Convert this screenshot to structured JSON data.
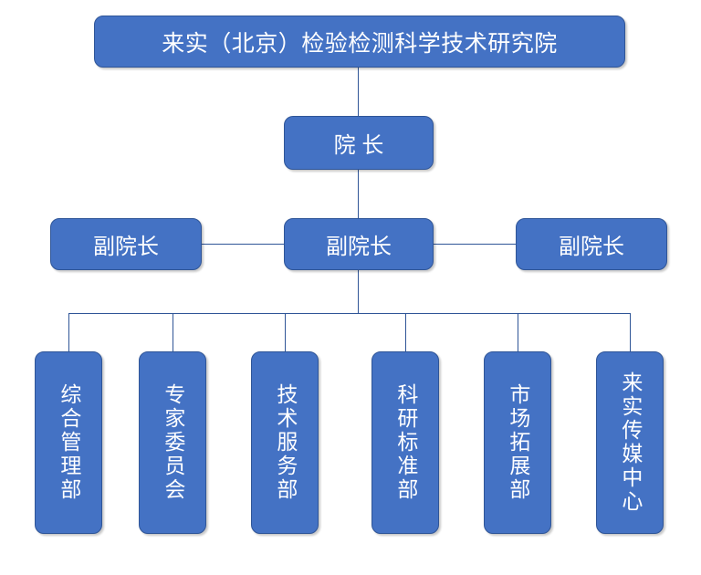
{
  "chart": {
    "title_box": {
      "label": "来实（北京）检验检测科学技术研究院"
    },
    "level2": {
      "dean_label": "院 长"
    },
    "level3": {
      "vice_left_label": "副院长",
      "vice_mid_label": "副院长",
      "vice_right_label": "副院长"
    },
    "departments": [
      {
        "label": "综合管理部"
      },
      {
        "label": "专家委员会"
      },
      {
        "label": "技术服务部"
      },
      {
        "label": "科研标准部"
      },
      {
        "label": "市场拓展部"
      },
      {
        "label": "来实传媒中心"
      }
    ],
    "colors": {
      "box_fill": "#4472C4",
      "box_border": "#2F5597",
      "text": "#FFFFFF",
      "connector": "#2F5597",
      "background": "#FFFFFF"
    }
  }
}
